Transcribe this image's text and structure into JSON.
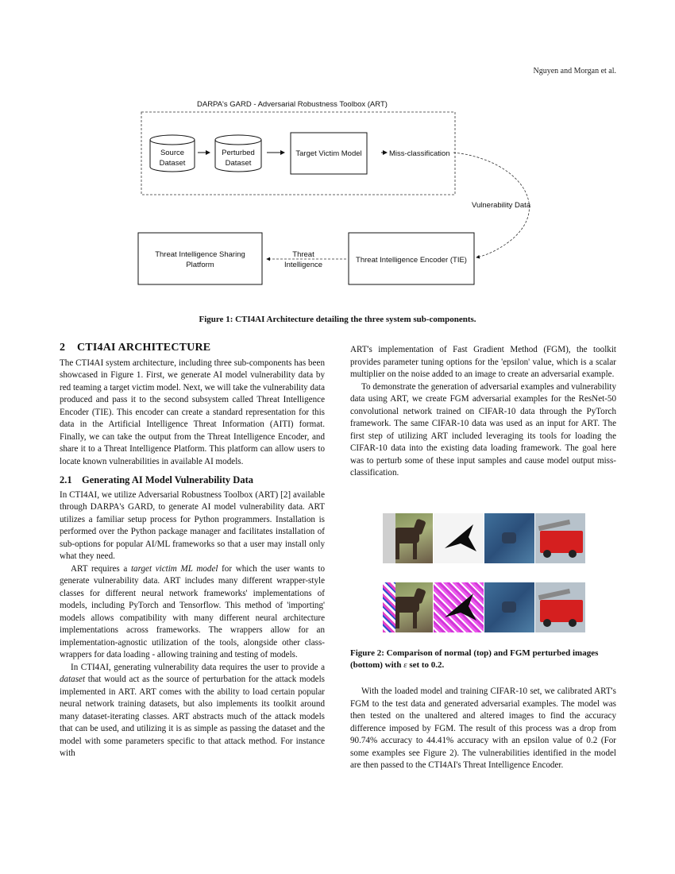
{
  "running_head": "Nguyen and Morgan et al.",
  "figure1": {
    "frame_title": "DARPA's GARD - Adversarial Robustness Toolbox (ART)",
    "source_dataset": [
      "Source",
      "Dataset"
    ],
    "perturbed_dataset": [
      "Perturbed",
      "Dataset"
    ],
    "target_model": "Target Victim Model",
    "miss_classification": "Miss-classification",
    "vulnerability_data": "Vulnerability Data",
    "sharing_platform": [
      "Threat Intelligence Sharing",
      "Platform"
    ],
    "threat_intelligence": [
      "Threat",
      "Intelligence"
    ],
    "tie": "Threat Intelligence Encoder (TIE)",
    "caption": "Figure 1: CTI4AI Architecture detailing the three system sub-components."
  },
  "section2": {
    "number": "2",
    "title": "CTI4AI ARCHITECTURE",
    "paragraph": "The CTI4AI system architecture, including three sub-components has been showcased in Figure 1. First, we generate AI model vulnerability data by red teaming a target victim model. Next, we will take the vulnerability data produced and pass it to the second subsystem called Threat Intelligence Encoder (TIE). This encoder can create a standard representation for this data in the Artificial Intelligence Threat Information (AITI) format. Finally, we can take the output from the Threat Intelligence Encoder, and share it to a Threat Intelligence Platform. This platform can allow users to locate known vulnerabilities in available AI models."
  },
  "section21": {
    "number": "2.1",
    "title": "Generating AI Model Vulnerability Data",
    "p1": "In CTI4AI, we utilize Adversarial Robustness Toolbox (ART) [2] available through DARPA's GARD, to generate AI model vulnerability data. ART utilizes a familiar setup process for Python programmers. Installation is performed over the Python package manager and facilitates installation of sub-options for popular AI/ML frameworks so that a user may install only what they need.",
    "p2_before": "ART requires a ",
    "p2_italic": "target victim ML model",
    "p2_after": " for which the user wants to generate vulnerability data. ART includes many different wrapper-style classes for different neural network frameworks' implementations of models, including PyTorch and Tensorflow. This method of 'importing' models allows compatibility with many different neural architecture implementations across frameworks. The wrappers allow for an implementation-agnostic utilization of the tools, alongside other class-wrappers for data loading - allowing training and testing of models.",
    "p3_before": "In CTI4AI, generating vulnerability data requires the user to provide a ",
    "p3_italic": "dataset",
    "p3_after": " that would act as the source of perturbation for the attack models implemented in ART. ART comes with the ability to load certain popular neural network training datasets, but also implements its toolkit around many dataset-iterating classes. ART abstracts much of the attack models that can be used, and utilizing it is as simple as passing the dataset and the model with some parameters specific to that attack method. For instance with"
  },
  "right_column": {
    "p1": "ART's implementation of Fast Gradient Method (FGM), the toolkit provides parameter tuning options for the 'epsilon' value, which is a scalar multiplier on the noise added to an image to create an adversarial example.",
    "p2": "To demonstrate the generation of adversarial examples and vulnerability data using ART, we create FGM adversarial examples for the ResNet-50 convolutional network trained on CIFAR-10 data through the PyTorch framework. The same CIFAR-10 data was used as an input for ART. The first step of utilizing ART included leveraging its tools for loading the CIFAR-10 data into the existing data loading framework. The goal here was to perturb some of these input samples and cause model output miss-classification.",
    "p3": "With the loaded model and training CIFAR-10 set, we calibrated ART's FGM to the test data and generated adversarial examples. The model was then tested on the unaltered and altered images to find the accuracy difference imposed by FGM. The result of this process was a drop from 90.74% accuracy to 44.41% accuracy with an epsilon value of 0.2 (For some examples see Figure 2). The vulnerabilities identified in the model are then passed to the CTI4AI's Threat Intelligence Encoder."
  },
  "figure2": {
    "caption_before": "Figure 2: Comparison of normal (top) and FGM perturbed images (bottom) with ",
    "caption_symbol": "ε",
    "caption_after": " set to 0.2."
  }
}
